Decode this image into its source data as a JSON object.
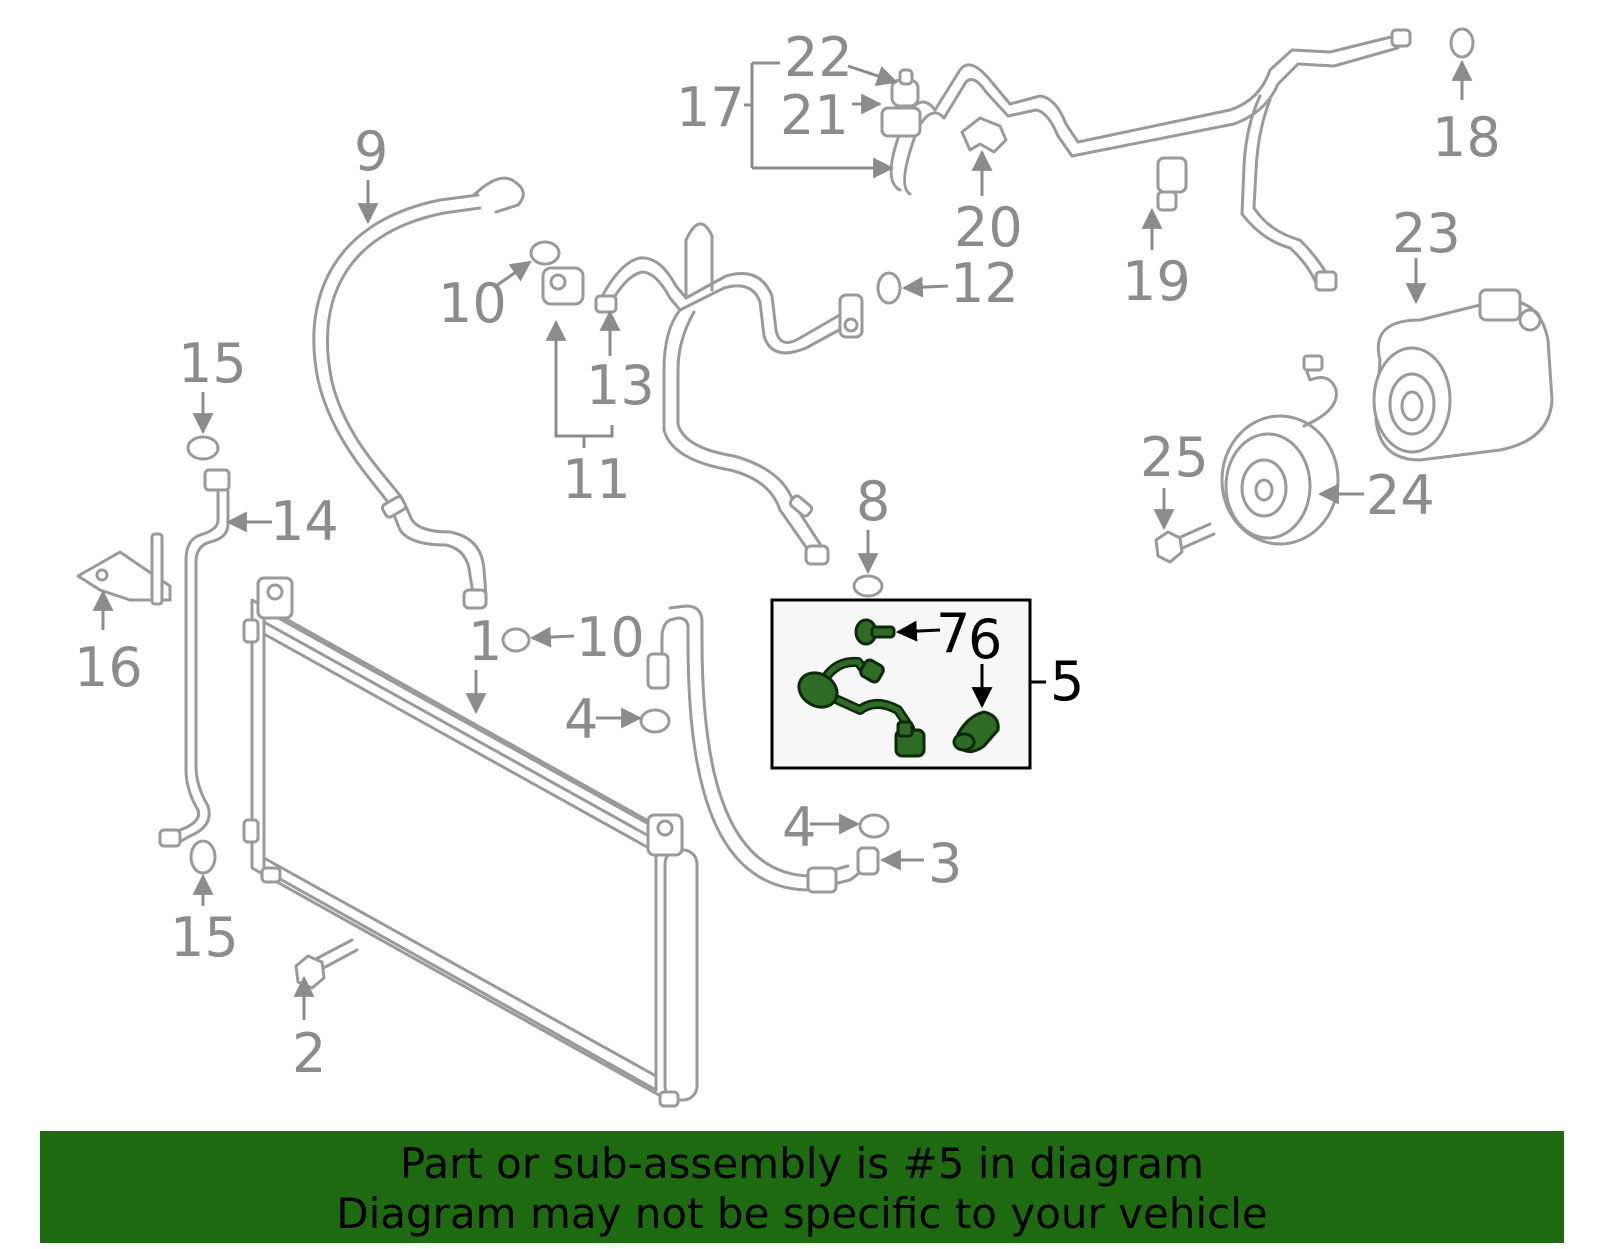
{
  "diagram": {
    "callouts": {
      "c1": "1",
      "c2": "2",
      "c3": "3",
      "c4a": "4",
      "c4b": "4",
      "c5": "5",
      "c6": "6",
      "c7": "7",
      "c8": "8",
      "c9": "9",
      "c10a": "10",
      "c10b": "10",
      "c11": "11",
      "c12": "12",
      "c13": "13",
      "c14": "14",
      "c15a": "15",
      "c15b": "15",
      "c16": "16",
      "c17": "17",
      "c18": "18",
      "c19": "19",
      "c20": "20",
      "c21": "21",
      "c22": "22",
      "c23": "23",
      "c24": "24",
      "c25": "25"
    },
    "colors": {
      "part_line": "#9a9a9a",
      "callout_text": "#8c8c8c",
      "highlight_part": "#2e6b24",
      "banner_background": "#1d6a10"
    }
  },
  "banner": {
    "line1": "Part or sub-assembly is #5 in diagram",
    "line2": "Diagram may not be specific to your vehicle"
  }
}
